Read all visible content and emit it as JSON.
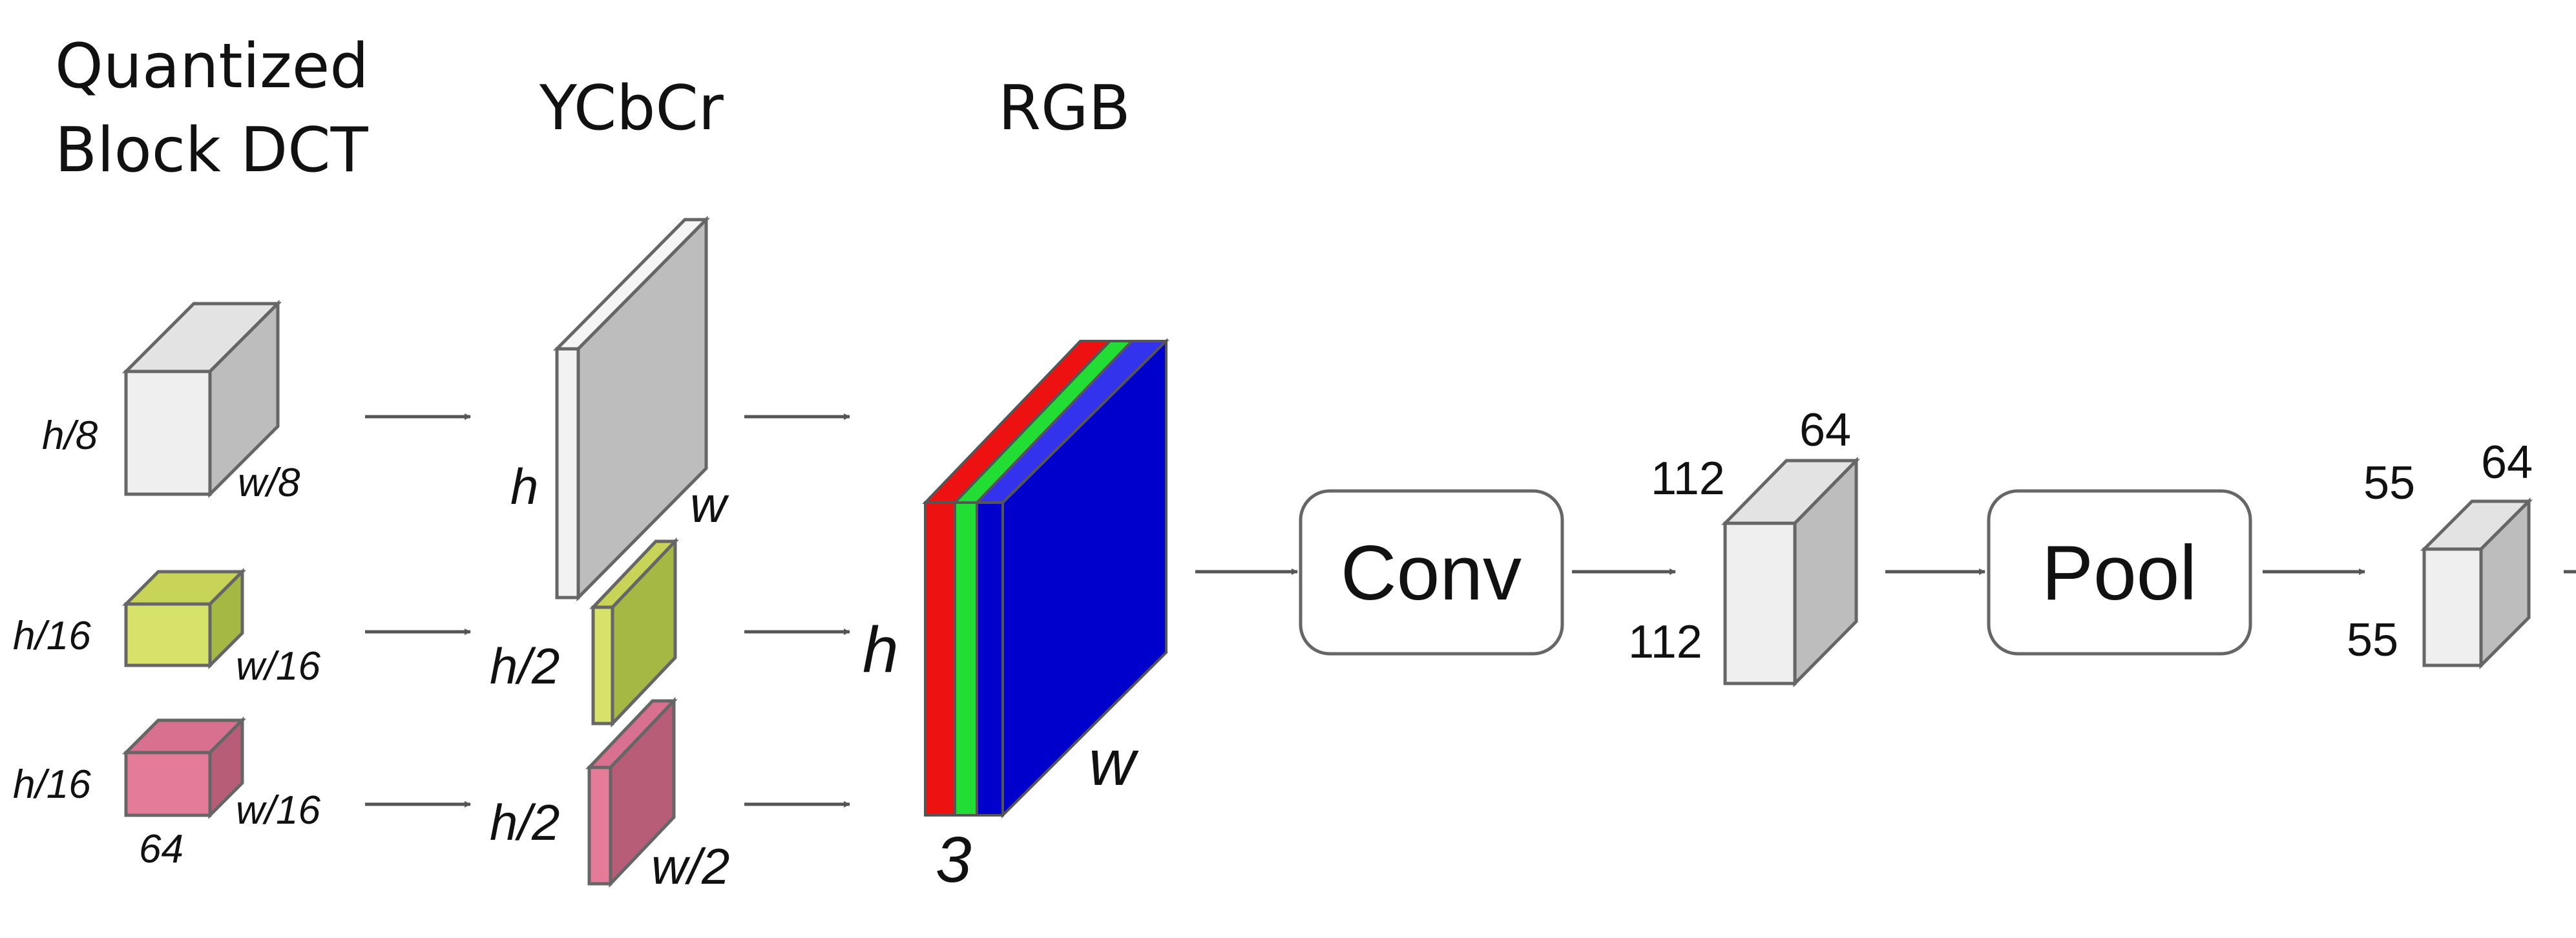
{
  "headers": {
    "dct_line1": "Quantized",
    "dct_line2": "Block DCT",
    "ycbcr": "YCbCr",
    "rgb": "RGB"
  },
  "dct_blocks": {
    "y": {
      "height": "h/8",
      "width": "w/8"
    },
    "cb": {
      "height": "h/16",
      "width": "w/16"
    },
    "cr": {
      "height": "h/16",
      "width": "w/16",
      "depth": "64"
    }
  },
  "ycbcr_planes": {
    "y": {
      "height": "h",
      "width": "w"
    },
    "cb": {
      "height": "h/2"
    },
    "cr": {
      "height": "h/2",
      "width": "w/2"
    }
  },
  "rgb_volume": {
    "height": "h",
    "width": "w",
    "channels": "3"
  },
  "conv_op": {
    "label": "Conv"
  },
  "conv_output": {
    "height": "112",
    "width": "112",
    "depth": "64"
  },
  "pool_op": {
    "label": "Pool"
  },
  "pool_output": {
    "height": "55",
    "width": "55",
    "depth": "64"
  },
  "colors": {
    "y_front": "#efefef",
    "y_side": "#bdbdbd",
    "y_top": "#e3e3e3",
    "cb_front": "#d7e26b",
    "cb_side": "#a5b844",
    "cb_top": "#c7d458",
    "cr_front": "#e47b99",
    "cr_side": "#b85d78",
    "cr_top": "#d87090",
    "red": "#ee1111",
    "green": "#22dd33",
    "blue": "#0000cc",
    "blue_top": "#3333ee",
    "arrow": "#555555",
    "outline": "#666666"
  }
}
